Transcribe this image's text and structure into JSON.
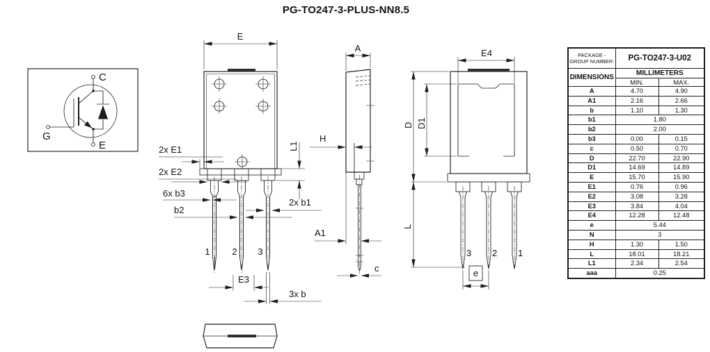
{
  "title": "PG-TO247-3-PLUS-NN8.5",
  "symbol": {
    "collector_label": "C",
    "gate_label": "G",
    "emitter_label": "E"
  },
  "front_view": {
    "dim_e": "E",
    "dim_l1": "L1",
    "dim_e1": "2x E1",
    "dim_e2": "2x E2",
    "dim_b3": "6x b3",
    "dim_b2": "b2",
    "dim_b1": "2x b1",
    "dim_e3": "E3",
    "dim_b": "3x b",
    "pin1": "1",
    "pin2": "2",
    "pin3": "3"
  },
  "side_view": {
    "dim_a": "A",
    "dim_h": "H",
    "dim_a1": "A1",
    "dim_c": "c"
  },
  "back_view": {
    "dim_e4": "E4",
    "dim_d": "D",
    "dim_d1": "D1",
    "dim_l": "L",
    "dim_e": "e",
    "pin1": "1",
    "pin2": "2",
    "pin3": "3"
  },
  "table": {
    "package_group_label": "PACKAGE - GROUP NUMBER:",
    "package_group_value": "PG-TO247-3-U02",
    "col_dimensions": "DIMENSIONS",
    "col_millimeters": "MILLIMETERS",
    "col_min": "MIN.",
    "col_max": "MAX.",
    "rows": [
      {
        "dim": "A",
        "min": "4.70",
        "max": "4.90"
      },
      {
        "dim": "A1",
        "min": "2.16",
        "max": "2.66"
      },
      {
        "dim": "b",
        "min": "1.10",
        "max": "1.30"
      },
      {
        "dim": "b1",
        "span": "1.80"
      },
      {
        "dim": "b2",
        "span": "2.00"
      },
      {
        "dim": "b3",
        "min": "0.00",
        "max": "0.15"
      },
      {
        "dim": "c",
        "min": "0.50",
        "max": "0.70"
      },
      {
        "dim": "D",
        "min": "22.70",
        "max": "22.90"
      },
      {
        "dim": "D1",
        "min": "14.69",
        "max": "14.89"
      },
      {
        "dim": "E",
        "min": "15.70",
        "max": "15.90"
      },
      {
        "dim": "E1",
        "min": "0.76",
        "max": "0.96"
      },
      {
        "dim": "E2",
        "min": "3.08",
        "max": "3.28"
      },
      {
        "dim": "E3",
        "min": "3.84",
        "max": "4.04"
      },
      {
        "dim": "E4",
        "min": "12.28",
        "max": "12.48"
      },
      {
        "dim": "e",
        "span": "5.44"
      },
      {
        "dim": "N",
        "span": "3"
      },
      {
        "dim": "H",
        "min": "1.30",
        "max": "1.50"
      },
      {
        "dim": "L",
        "min": "18.01",
        "max": "18.21"
      },
      {
        "dim": "L1",
        "min": "2.34",
        "max": "2.54"
      },
      {
        "dim": "aaa",
        "span": "0.25"
      }
    ]
  },
  "colors": {
    "line": "#1c1c1c",
    "fill_dark": "#2e2e2e",
    "background": "#ffffff"
  }
}
